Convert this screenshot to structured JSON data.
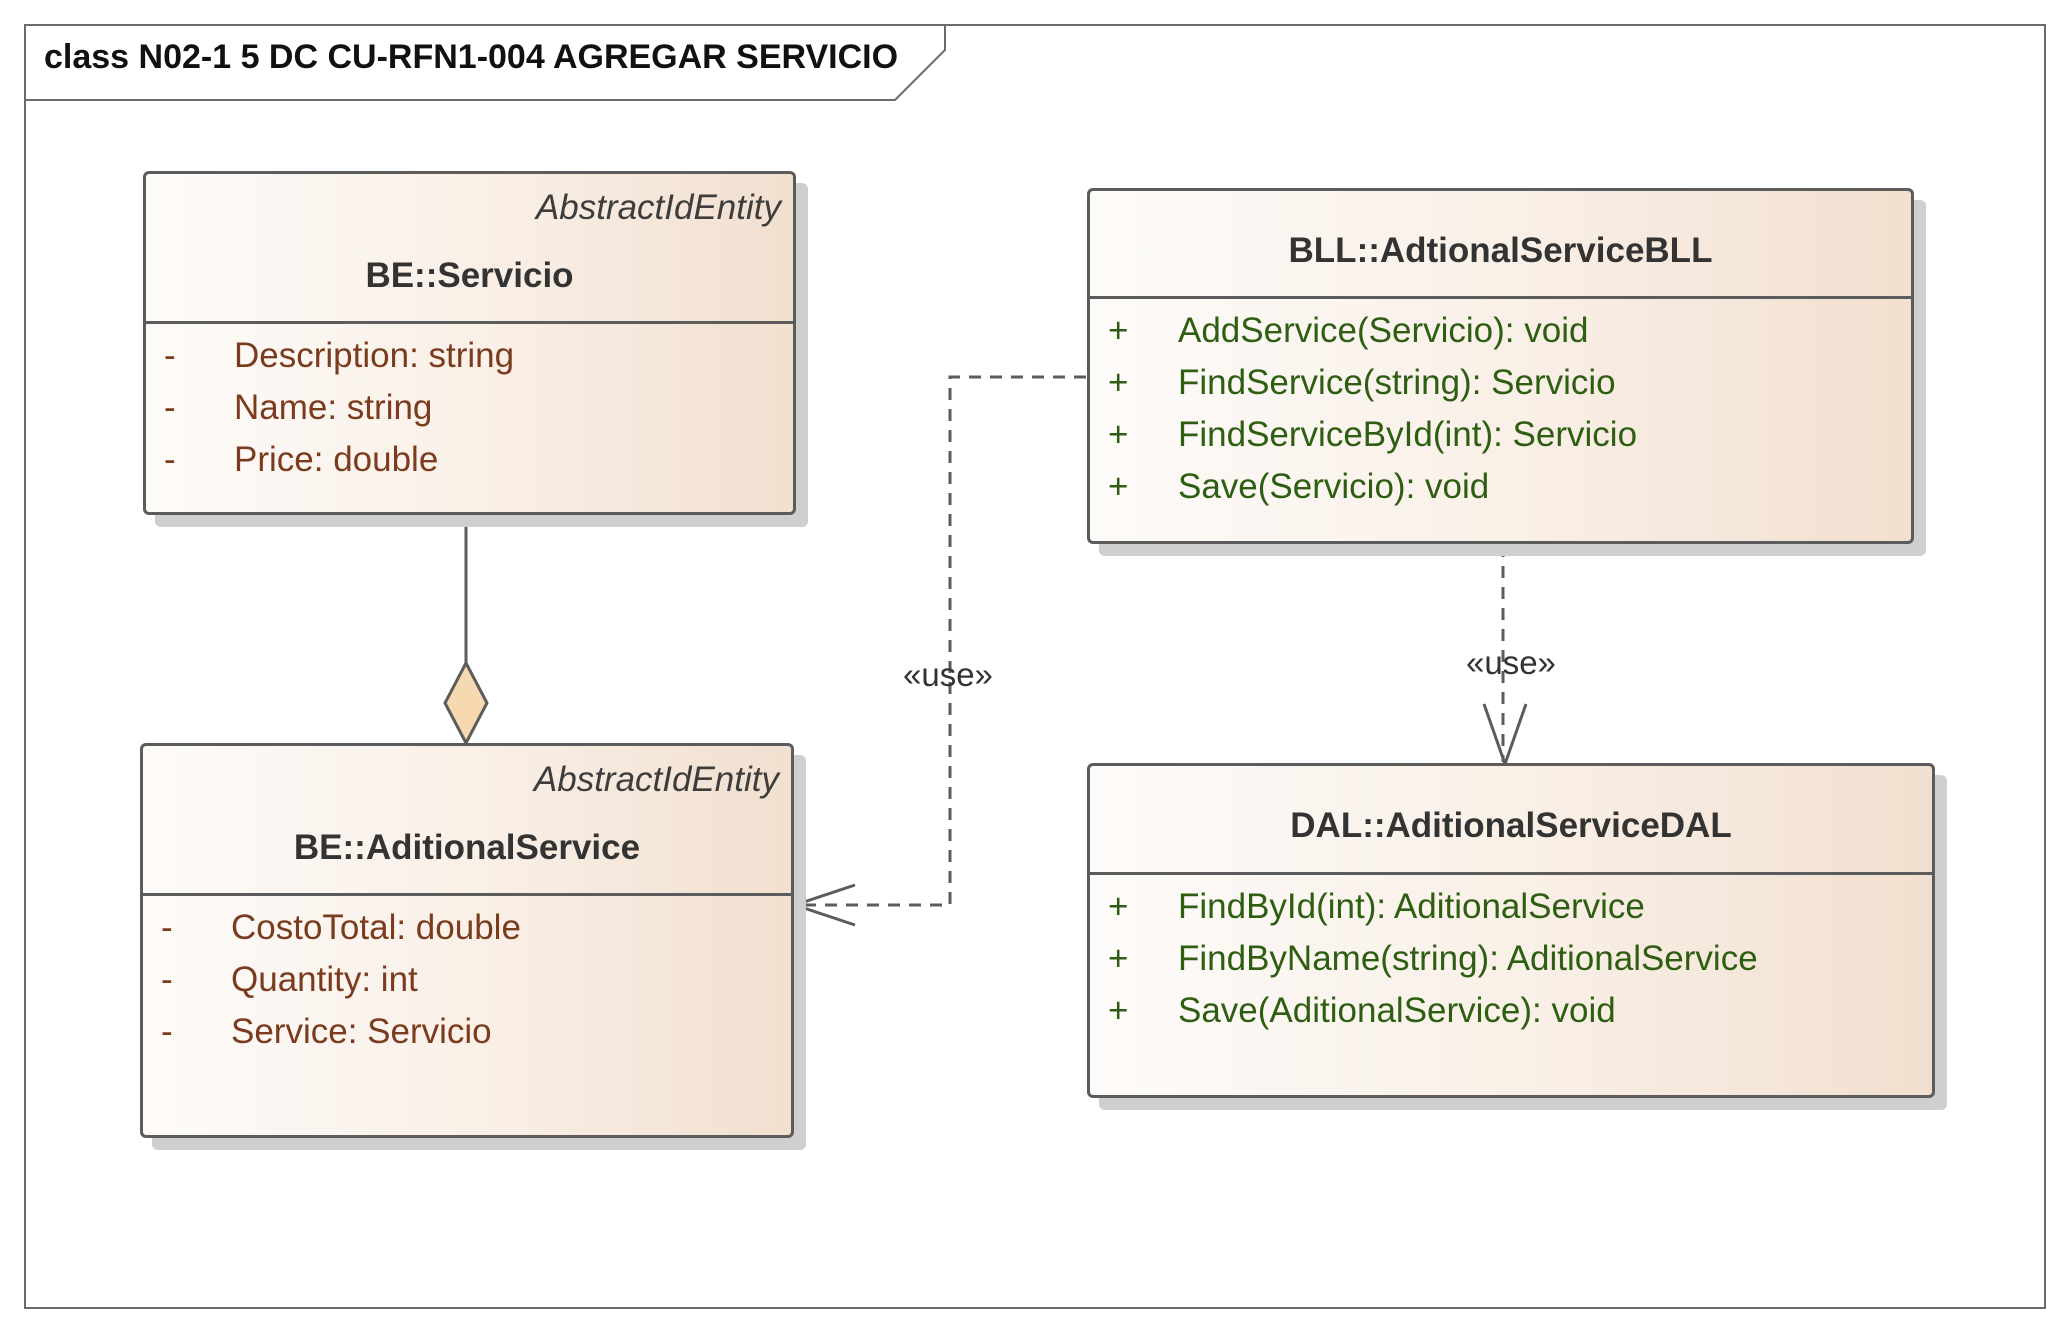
{
  "frame": {
    "title": "class N02-1 5 DC CU-RFN1-004 AGREGAR SERVICIO"
  },
  "classes": {
    "servicio": {
      "stereotype": "AbstractIdEntity",
      "name": "BE::Servicio",
      "members": [
        {
          "visibility": "-",
          "signature": "Description: string"
        },
        {
          "visibility": "-",
          "signature": "Name: string"
        },
        {
          "visibility": "-",
          "signature": "Price: double"
        }
      ]
    },
    "aditional_service": {
      "stereotype": "AbstractIdEntity",
      "name": "BE::AditionalService",
      "members": [
        {
          "visibility": "-",
          "signature": "CostoTotal: double"
        },
        {
          "visibility": "-",
          "signature": "Quantity: int"
        },
        {
          "visibility": "-",
          "signature": "Service: Servicio"
        }
      ]
    },
    "bll": {
      "name": "BLL::AdtionalServiceBLL",
      "members": [
        {
          "visibility": "+",
          "signature": "AddService(Servicio): void"
        },
        {
          "visibility": "+",
          "signature": "FindService(string): Servicio"
        },
        {
          "visibility": "+",
          "signature": "FindServiceById(int): Servicio"
        },
        {
          "visibility": "+",
          "signature": "Save(Servicio): void"
        }
      ]
    },
    "dal": {
      "name": "DAL::AditionalServiceDAL",
      "members": [
        {
          "visibility": "+",
          "signature": "FindById(int): AditionalService"
        },
        {
          "visibility": "+",
          "signature": "FindByName(string): AditionalService"
        },
        {
          "visibility": "+",
          "signature": "Save(AditionalService): void"
        }
      ]
    }
  },
  "relations": {
    "bll_to_aditional_service": {
      "type": "dependency",
      "label": "«use»"
    },
    "bll_to_dal": {
      "type": "dependency",
      "label": "«use»"
    },
    "servicio_aggregation": {
      "type": "aggregation"
    }
  },
  "colors": {
    "attribute": "#7a3b1e",
    "operation": "#2e5e12",
    "border": "#5c5c5c",
    "aggregation_diamond": "#f6d9b0"
  }
}
